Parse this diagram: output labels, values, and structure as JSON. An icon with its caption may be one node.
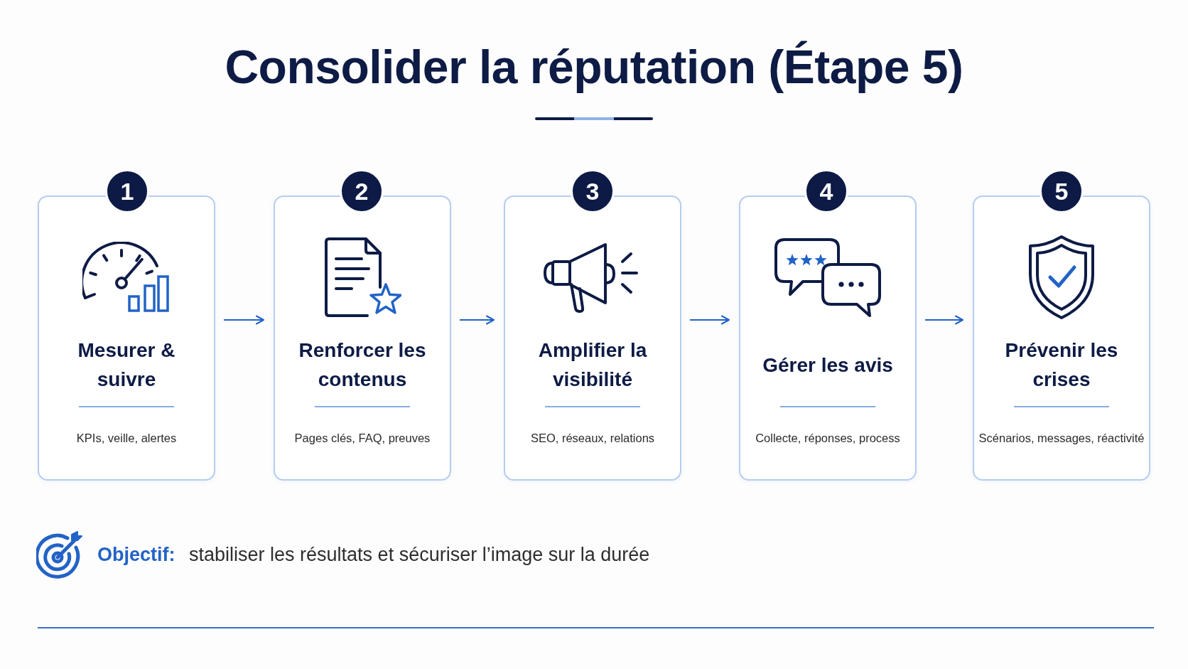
{
  "diagram": {
    "title": "Consolider la réputation (Étape 5)",
    "nodes": [
      {
        "text": [
          "1"
        ]
      },
      {
        "text": [
          "Mesurer & suivre",
          "KPIs, veille, alertes"
        ]
      },
      {
        "text": [
          "2"
        ]
      },
      {
        "text": [
          "Renforcer les contenus",
          "Pages clés, FAQ, preuves"
        ]
      },
      {
        "text": [
          "3"
        ]
      },
      {
        "text": [
          "Amplifier la visibilité",
          "SEO, réseaux, relations"
        ]
      },
      {
        "text": [
          "4"
        ]
      },
      {
        "text": [
          "Gérer les avis",
          "Collecte, réponses, process"
        ]
      },
      {
        "text": [
          "5"
        ]
      },
      {
        "text": [
          "Prévenir les crises",
          "Scénarios, messages, réactivité"
        ]
      }
    ],
    "edges": [
      {
        "from": 1,
        "to": 3,
        "arrow": "to"
      },
      {
        "from": 3,
        "to": 5,
        "arrow": "to"
      },
      {
        "from": 5,
        "to": 7,
        "arrow": "to"
      },
      {
        "from": 7,
        "to": 9,
        "arrow": "to"
      }
    ],
    "labels": [
      "**Objectif:** stabiliser les résultats et sécuriser l’image sur la durée"
    ]
  }
}
